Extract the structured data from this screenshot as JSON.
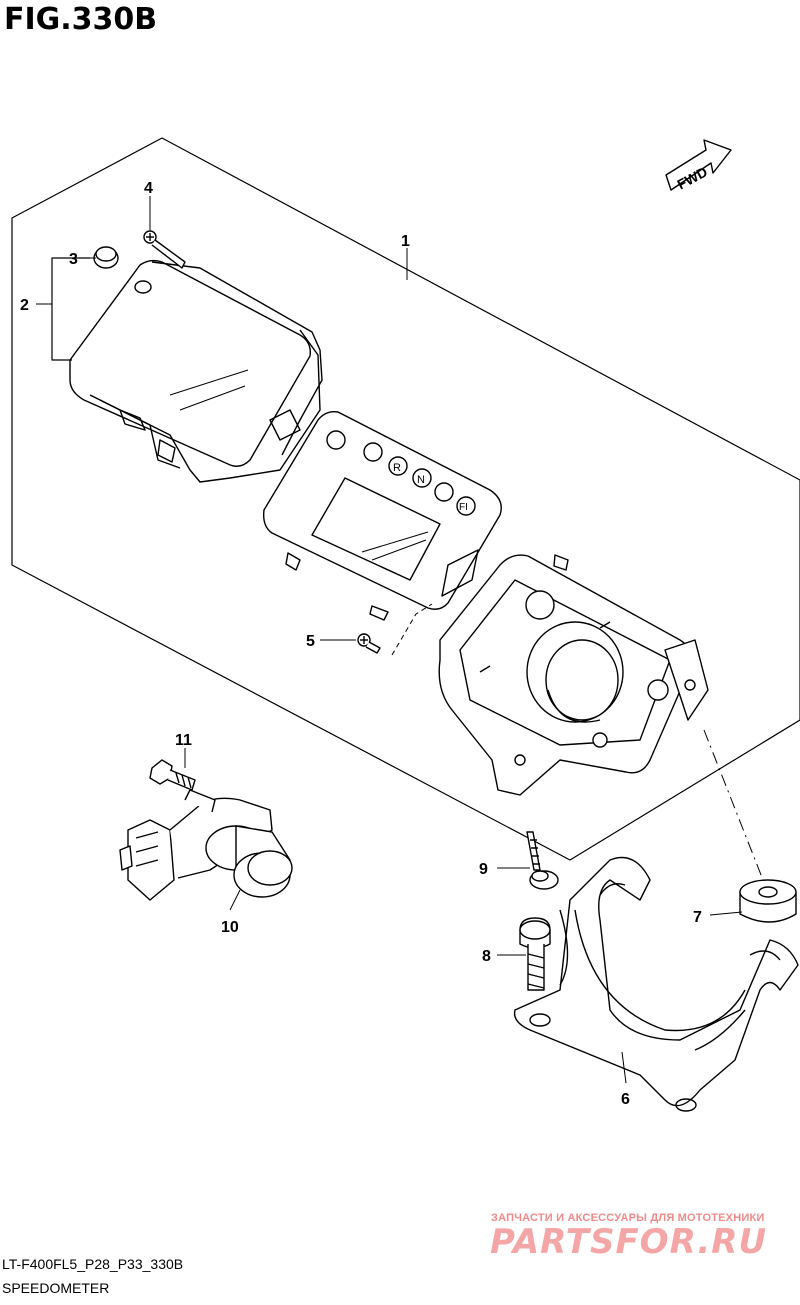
{
  "figure": {
    "title": "FIG.330B",
    "fwd_label": "FWD"
  },
  "callouts": [
    "1",
    "2",
    "3",
    "4",
    "5",
    "6",
    "7",
    "8",
    "9",
    "10",
    "11"
  ],
  "panel_icons": [
    "R",
    "N",
    "FI"
  ],
  "footer": {
    "model_code": "LT-F400FL5_P28_P33_330B",
    "section_name": "SPEEDOMETER"
  },
  "watermark": {
    "tagline": "ЗАПЧАСТИ И АКСЕССУАРЫ ДЛЯ МОТОТЕХНИКИ",
    "logo": "PARTSFOR.RU"
  },
  "colors": {
    "line": "#000000",
    "watermark": "#f4a6a6"
  }
}
